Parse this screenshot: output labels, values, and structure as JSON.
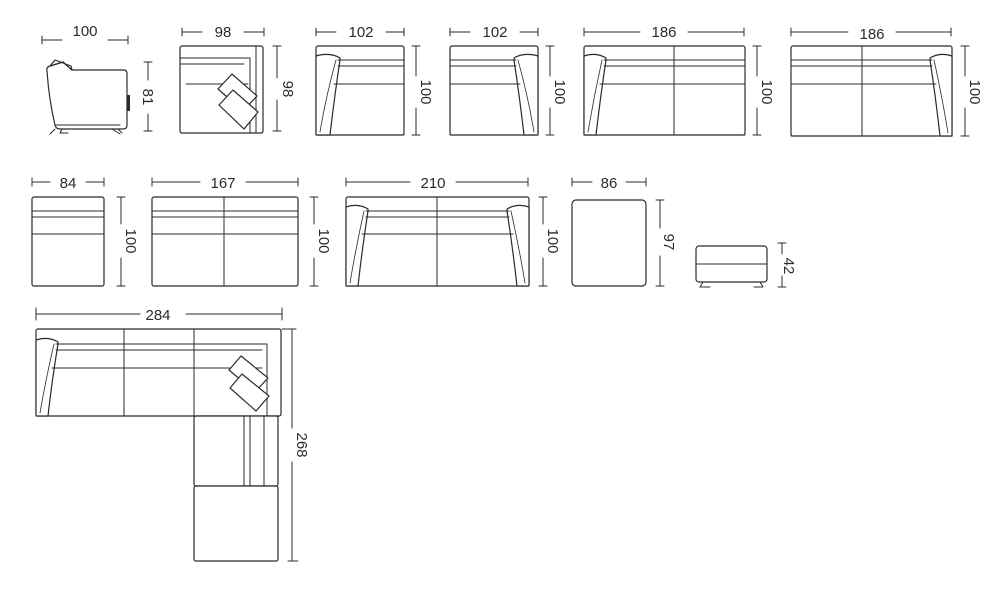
{
  "dimensions": {
    "armchair_side_width": "100",
    "armchair_side_height": "81",
    "corner_width": "98",
    "corner_depth": "98",
    "arm_left_width": "102",
    "arm_left_depth": "100",
    "arm_right_width": "102",
    "arm_right_depth": "100",
    "sofa2_left_width": "186",
    "sofa2_left_depth": "100",
    "sofa2_right_width": "186",
    "sofa2_right_depth": "100",
    "single_width": "84",
    "single_depth": "100",
    "double_width": "167",
    "double_depth": "100",
    "sofa_width": "210",
    "sofa_depth": "100",
    "pouf_width": "86",
    "pouf_depth": "97",
    "pouf_height": "42",
    "corner_sofa_width": "284",
    "corner_sofa_depth": "268"
  }
}
